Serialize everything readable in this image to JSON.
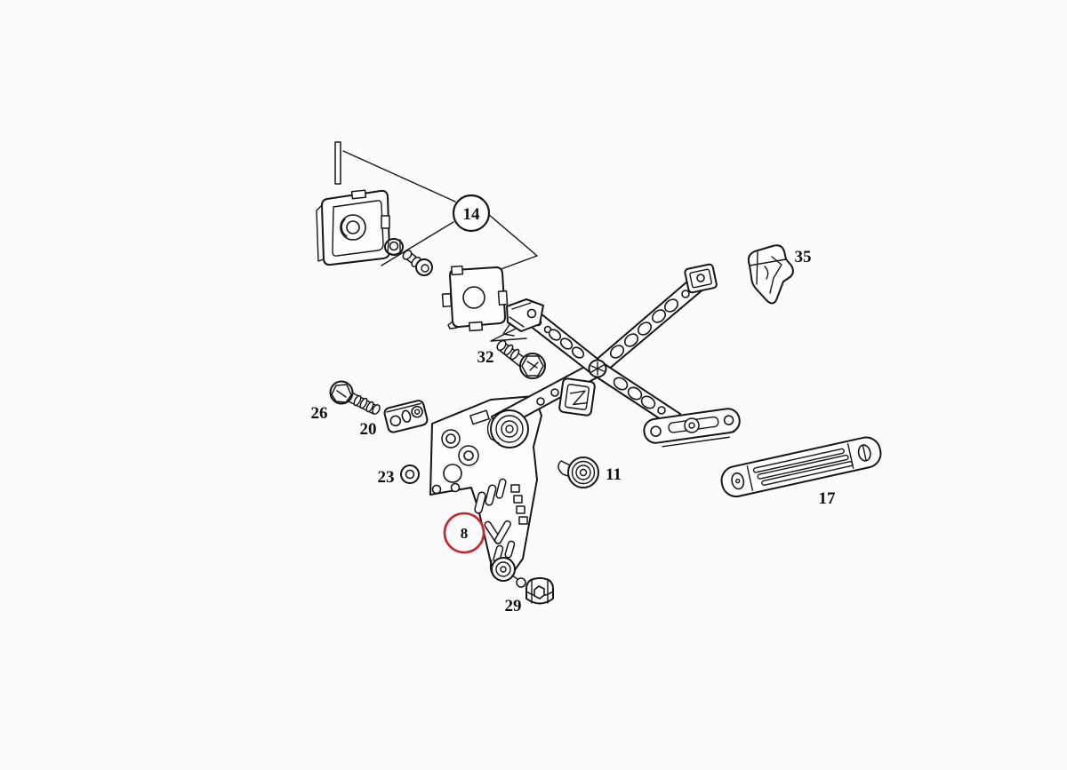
{
  "meta": {
    "kind": "exploded-parts-line-diagram",
    "subject": "window regulator assembly"
  },
  "colors": {
    "background": "#fbfbfb",
    "line": "#161616",
    "label_text": "#101010",
    "highlight_red": "#c8232c"
  },
  "highlight": {
    "selected_part": "8",
    "style": "red-circle-callout"
  },
  "diagram": {
    "labels": [
      {
        "id": "14",
        "text": "14",
        "style": "circled-black",
        "part": "guide-mount-kit"
      },
      {
        "id": "35",
        "text": "35",
        "style": "plain",
        "part": "retaining-clip"
      },
      {
        "id": "32",
        "text": "32",
        "style": "plain",
        "part": "hex-bolt"
      },
      {
        "id": "26",
        "text": "26",
        "style": "plain",
        "part": "hex-bolt"
      },
      {
        "id": "20",
        "text": "20",
        "style": "plain",
        "part": "spacer-bracket"
      },
      {
        "id": "23",
        "text": "23",
        "style": "plain",
        "part": "washer"
      },
      {
        "id": "11",
        "text": "11",
        "style": "plain",
        "part": "roller-grommet"
      },
      {
        "id": "8",
        "text": "8",
        "style": "circled-red",
        "part": "regulator-base-plate"
      },
      {
        "id": "17",
        "text": "17",
        "style": "plain",
        "part": "guide-rail"
      },
      {
        "id": "29",
        "text": "29",
        "style": "plain",
        "part": "flange-nut"
      }
    ]
  }
}
